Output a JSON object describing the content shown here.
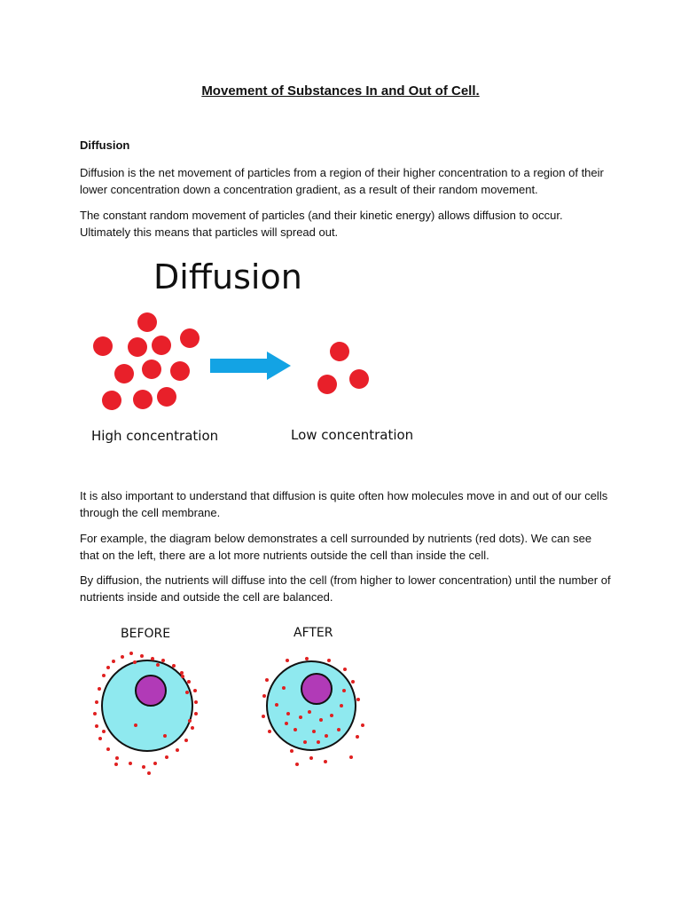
{
  "document": {
    "title": "Movement of Substances In and Out of Cell.",
    "section_heading": "Diffusion",
    "paragraphs": [
      "Diffusion is the net movement of particles from a region of their higher concentration to a region of their lower concentration down a concentration gradient, as a result of their random movement.",
      "The constant random movement of particles (and their kinetic energy) allows diffusion to occur. Ultimately this means that particles will spread out.",
      "It is also important to understand that diffusion is quite often how molecules move in and out of our cells through the cell membrane.",
      "For example, the diagram below demonstrates a cell surrounded by nutrients (red dots). We can see that on the left, there are a lot more nutrients outside the cell than inside the cell.",
      "By diffusion, the nutrients will diffuse into the cell (from higher to lower concentration) until the number of nutrients inside and outside the cell are balanced."
    ]
  },
  "diffusion_figure": {
    "title": "Diffusion",
    "high_label": "High concentration",
    "low_label": "Low concentration",
    "high_particle_count": 11,
    "low_particle_count": 3,
    "colors": {
      "particle": "#e8202a",
      "arrow": "#13a3e4"
    }
  },
  "cell_figure": {
    "before_label": "BEFORE",
    "after_label": "AFTER",
    "colors": {
      "cytoplasm": "#8fe9ef",
      "nucleus": "#b13ab7",
      "nutrient": "#e02020",
      "outline": "#111111"
    }
  }
}
